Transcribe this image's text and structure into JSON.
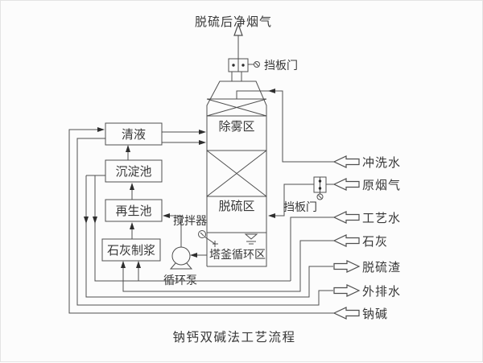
{
  "caption": "钠钙双碱法工艺流程",
  "colors": {
    "line": "#4f4f4f",
    "text": "#383838",
    "background": "#fcfcfc"
  },
  "tower": {
    "clean_gas_outlet_label": "脱硫后净烟气",
    "top_damper_label": "挡板门",
    "demister_zone_label": "除雾区",
    "absorption_zone_label": "脱硫区",
    "sump_zone_label": "塔釜循环区"
  },
  "tanks": {
    "clear_liquid": "清液",
    "settling": "沉淀池",
    "regeneration": "再生池",
    "lime_slurry": "石灰制浆"
  },
  "equipment": {
    "agitator": "搅拌器",
    "circulation_pump": "循环泵",
    "inlet_damper_label": "挡板门"
  },
  "streams": {
    "flush_water": "冲洗水",
    "raw_flue_gas": "原烟气",
    "process_water": "工艺水",
    "lime": "石灰",
    "desulf_slag": "脱硫渣",
    "drain_water": "外排水",
    "sodium_alkali": "钠碱"
  }
}
